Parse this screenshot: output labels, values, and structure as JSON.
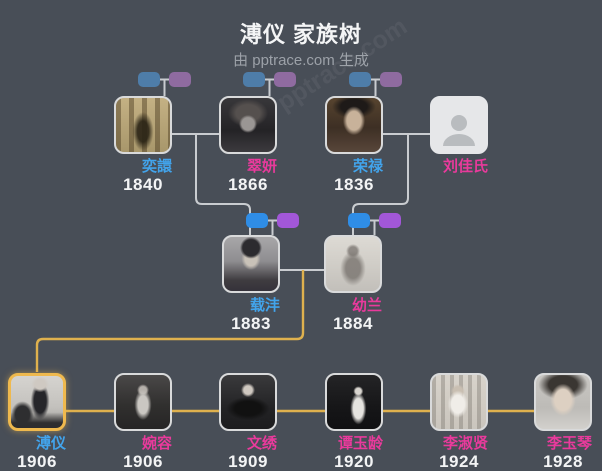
{
  "title": "溥仪 家族树",
  "subtitle": "由 pptrace.com 生成",
  "watermark": "pptrace.com",
  "colors": {
    "bg": "#484E57",
    "title": "#F4F5F6",
    "subtitle": "#9CA1A8",
    "male_name": "#42A4EC",
    "female_name": "#E93A9C",
    "year": "#F3F4F5",
    "line": "#C9CCD0",
    "line_gold": "#DFB14E",
    "highlight": "#EFB94E",
    "photo_border": "#D9DADB",
    "father_icon": "#2F8DE6",
    "mother_icon": "#A257D8",
    "father_icon_muted": "#4E7DA9",
    "mother_icon_muted": "#8F6BA0",
    "placeholder_bg": "#E6E7E9",
    "placeholder_icon": "#B9BCBF"
  },
  "generations": {
    "grandparents": [
      {
        "name": "奕譞",
        "year": "1840",
        "gender": "male"
      },
      {
        "name": "翠妍",
        "year": "1866",
        "gender": "female"
      },
      {
        "name": "荣禄",
        "year": "1836",
        "gender": "male"
      },
      {
        "name": "刘佳氏",
        "year": "",
        "gender": "female",
        "placeholder": true
      }
    ],
    "parents": [
      {
        "name": "载沣",
        "year": "1883",
        "gender": "male"
      },
      {
        "name": "幼兰",
        "year": "1884",
        "gender": "female"
      }
    ],
    "subject_and_spouses": [
      {
        "name": "溥仪",
        "year": "1906",
        "gender": "male",
        "highlighted": true
      },
      {
        "name": "婉容",
        "year": "1906",
        "gender": "female"
      },
      {
        "name": "文绣",
        "year": "1909",
        "gender": "female"
      },
      {
        "name": "谭玉龄",
        "year": "1920",
        "gender": "female"
      },
      {
        "name": "李淑贤",
        "year": "1924",
        "gender": "female"
      },
      {
        "name": "李玉琴",
        "year": "1928",
        "gender": "female"
      }
    ]
  }
}
